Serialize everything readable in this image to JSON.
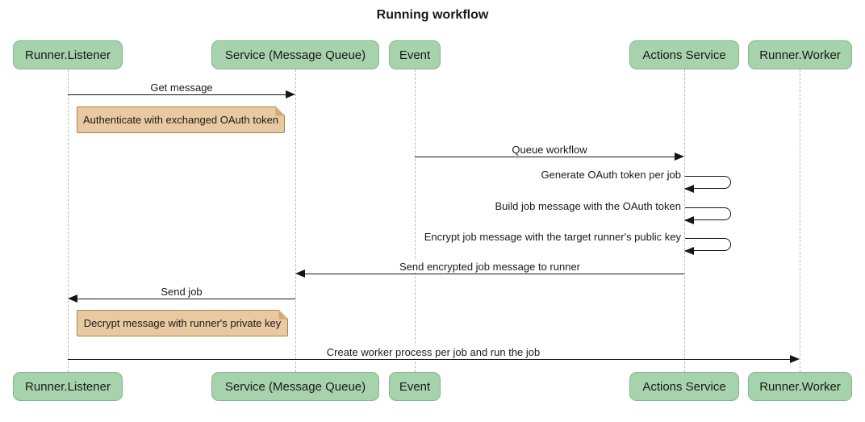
{
  "title": "Running workflow",
  "participants": [
    {
      "name": "Runner.Listener"
    },
    {
      "name": "Service (Message Queue)"
    },
    {
      "name": "Event"
    },
    {
      "name": "Actions Service"
    },
    {
      "name": "Runner.Worker"
    }
  ],
  "messages": [
    {
      "label": "Get message",
      "from": "Runner.Listener",
      "to": "Service (Message Queue)",
      "kind": "arrow"
    },
    {
      "label": "Queue workflow",
      "from": "Event",
      "to": "Actions Service",
      "kind": "arrow"
    },
    {
      "label": "Generate OAuth token per job",
      "from": "Actions Service",
      "to": "Actions Service",
      "kind": "self"
    },
    {
      "label": "Build job message with the OAuth token",
      "from": "Actions Service",
      "to": "Actions Service",
      "kind": "self"
    },
    {
      "label": "Encrypt job message with the target runner's public key",
      "from": "Actions Service",
      "to": "Actions Service",
      "kind": "self"
    },
    {
      "label": "Send encrypted job message to runner",
      "from": "Actions Service",
      "to": "Service (Message Queue)",
      "kind": "arrow"
    },
    {
      "label": "Send job",
      "from": "Service (Message Queue)",
      "to": "Runner.Listener",
      "kind": "arrow"
    },
    {
      "label": "Create worker process per job and run the job",
      "from": "Runner.Listener",
      "to": "Runner.Worker",
      "kind": "arrow"
    }
  ],
  "notes": [
    {
      "label": "Authenticate with exchanged OAuth token",
      "anchor": "Runner.Listener"
    },
    {
      "label": "Decrypt message with runner's private key",
      "anchor": "Runner.Listener"
    }
  ],
  "colors": {
    "actor_fill": "#a6d2ac",
    "actor_border": "#84b58c",
    "note_fill": "#e9c9a2",
    "note_border": "#aa8349",
    "lifeline": "#b9b9b9",
    "arrow": "#161616",
    "text": "#1a1a1a",
    "background": "#ffffff"
  }
}
